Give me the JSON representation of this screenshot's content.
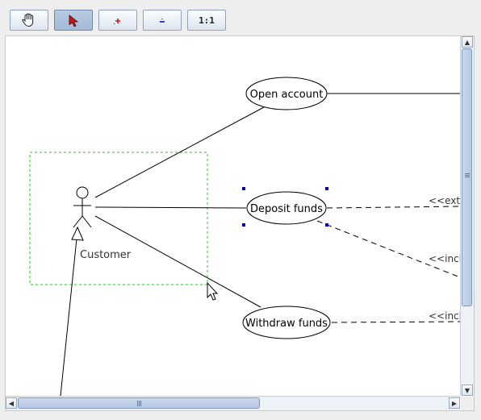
{
  "toolbar": {
    "buttons": [
      {
        "name": "pan-tool",
        "icon": "hand-icon",
        "selected": false
      },
      {
        "name": "select-tool",
        "icon": "arrow-pointer-icon",
        "selected": true
      },
      {
        "name": "zoom-in-tool",
        "icon": "zoom-in-icon",
        "selected": false
      },
      {
        "name": "zoom-out-tool",
        "icon": "zoom-out-icon",
        "selected": false
      },
      {
        "name": "actual-size-tool",
        "icon": "one-to-one-icon",
        "label": "1:1",
        "selected": false
      }
    ]
  },
  "diagram": {
    "actor": {
      "label": "Customer"
    },
    "usecases": [
      {
        "id": "open-account",
        "label": "Open account"
      },
      {
        "id": "deposit-funds",
        "label": "Deposit funds"
      },
      {
        "id": "withdraw-funds",
        "label": "Withdraw funds"
      }
    ],
    "relations": [
      {
        "label": "<<exte"
      },
      {
        "label": "<<incl"
      },
      {
        "label": "<<incl"
      }
    ]
  },
  "colors": {
    "selection": "#22cc22",
    "handles": "#0000cc",
    "scroll_thumb": "#b6c9e3"
  }
}
